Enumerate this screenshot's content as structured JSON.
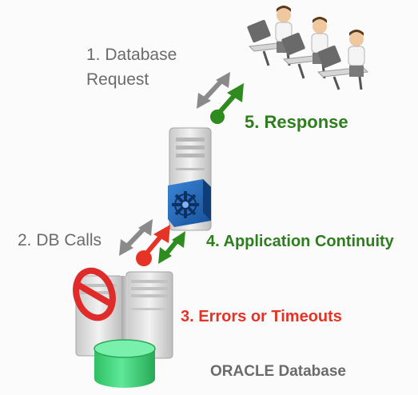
{
  "labels": {
    "step1_line1": "1. Database",
    "step1_line2": "Request",
    "step2": "2. DB Calls",
    "step3": "3. Errors or Timeouts",
    "step4": "4. Application Continuity",
    "step5": "5. Response",
    "database": "ORACLE Database"
  },
  "colors": {
    "step1": "#6b6b6b",
    "step2": "#6b6b6b",
    "step3": "#e53425",
    "step4": "#2e7d1e",
    "step5": "#2e7d1e",
    "database_label": "#6b6b6b",
    "database_cylinder": "#3fd77a",
    "prohibit_sign": "#e02b2b",
    "app_server_badge": "#1f63b8"
  },
  "icons": [
    "users-at-desks-icon",
    "app-server-icon",
    "gear-badge-icon",
    "database-server-icon",
    "prohibited-icon",
    "database-cylinder-icon"
  ]
}
